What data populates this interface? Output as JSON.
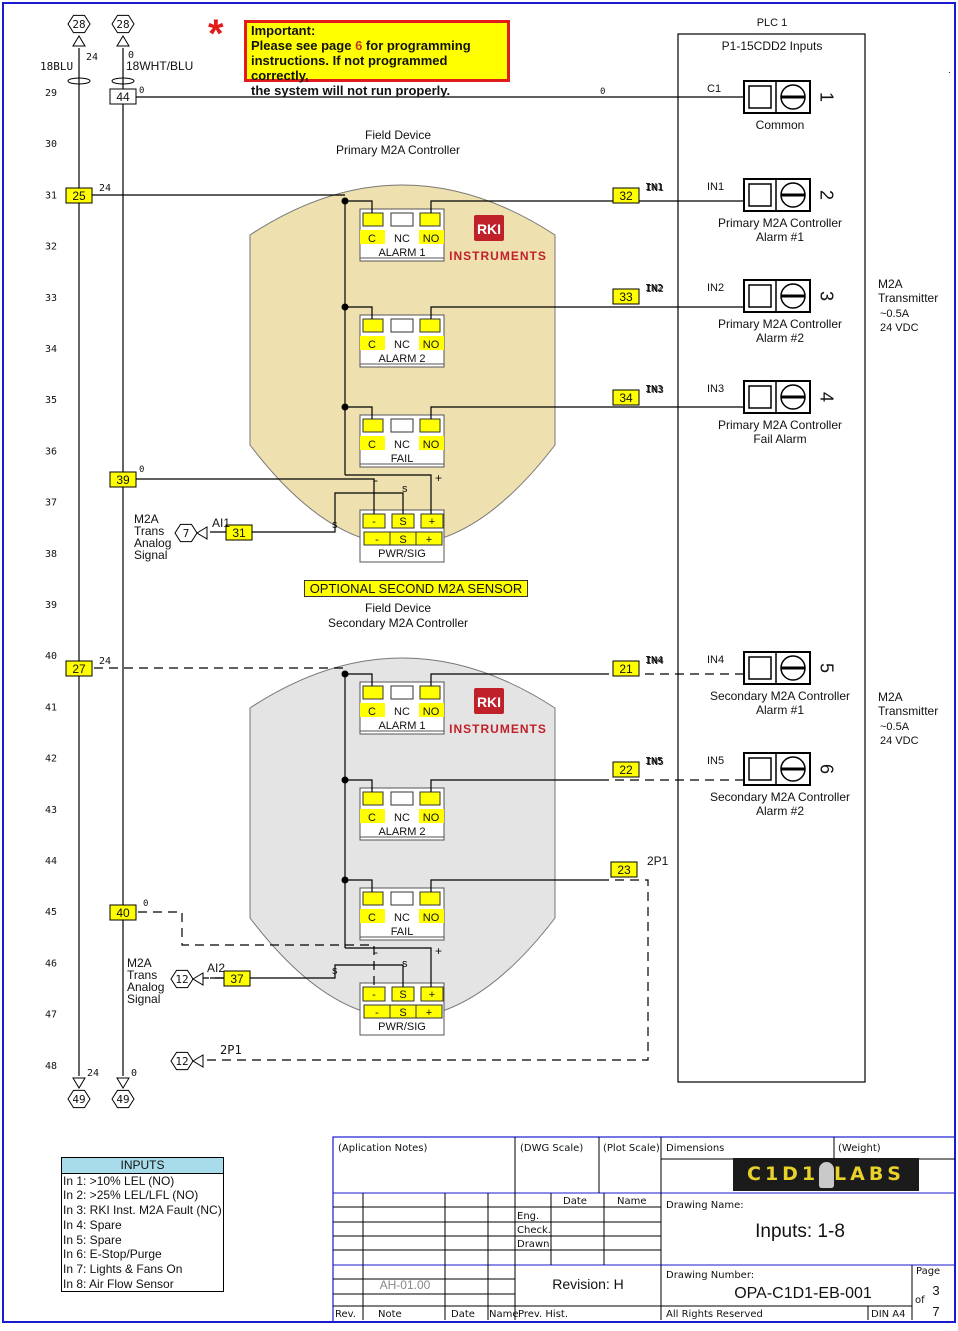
{
  "note": {
    "title": "Important:",
    "line1_pre": "Please see page ",
    "line1_page": "6",
    "line1_post": " for programming",
    "line2": "instructions. If not programmed correctly,",
    "line3": "the system will not run properly."
  },
  "plc": {
    "title": "PLC 1",
    "module": "P1-15CDD2  Inputs",
    "terminals": [
      {
        "num": "1",
        "wire": "C1",
        "label1": "Common",
        "label2": ""
      },
      {
        "num": "2",
        "wire": "IN1",
        "label1": "Primary M2A Controller",
        "label2": "Alarm #1"
      },
      {
        "num": "3",
        "wire": "IN2",
        "label1": "Primary M2A Controller",
        "label2": "Alarm #2"
      },
      {
        "num": "4",
        "wire": "IN3",
        "label1": "Primary M2A Controller",
        "label2": "Fail Alarm"
      },
      {
        "num": "5",
        "wire": "IN4",
        "label1": "Secondary M2A Controller",
        "label2": "Alarm #1"
      },
      {
        "num": "6",
        "wire": "IN5",
        "label1": "Secondary M2A Controller",
        "label2": "Alarm #2"
      }
    ],
    "transmitter_notes": [
      {
        "l1": "M2A",
        "l2": "Transmitter",
        "l3": "~0.5A",
        "l4": "24 VDC"
      },
      {
        "l1": "M2A",
        "l2": "Transmitter",
        "l3": "~0.5A",
        "l4": "24 VDC"
      }
    ]
  },
  "rails": {
    "left": {
      "top_ref": "28",
      "bottom_ref": "49",
      "voltage": "24",
      "wire": "18BLU"
    },
    "right": {
      "top_ref": "28",
      "bottom_ref": "49",
      "voltage": "0",
      "wire": "18WHT/BLU"
    }
  },
  "line_numbers": [
    "29",
    "30",
    "31",
    "32",
    "33",
    "34",
    "35",
    "36",
    "37",
    "38",
    "39",
    "40",
    "41",
    "42",
    "43",
    "44",
    "45",
    "46",
    "47",
    "48"
  ],
  "terminal_blocks": {
    "t44": "44",
    "t25": "25",
    "t39": "39",
    "t31": "31",
    "t27": "27",
    "t40": "40",
    "t37": "37",
    "t32": "32",
    "t33": "33",
    "t34": "34",
    "t21": "21",
    "t22": "22",
    "t23": "23"
  },
  "wire_labels": {
    "zero": "0",
    "v24": "24",
    "in1": "IN1",
    "in2": "IN2",
    "in3": "IN3",
    "in4": "IN4",
    "in5": "IN5",
    "p2p1": "2P1",
    "ai1": "AI1",
    "ai2": "AI2",
    "s": "s",
    "minus": "-",
    "plus": "+"
  },
  "devices": {
    "primary": {
      "title": "Field Device",
      "subtitle": "Primary M2A Controller",
      "fill": "#efe0b0"
    },
    "secondary": {
      "title": "Field Device",
      "subtitle": "Secondary M2A Controller",
      "fill": "#e4e4e4"
    },
    "relays": [
      "ALARM 1",
      "ALARM 2",
      "FAIL"
    ],
    "contacts": [
      "C",
      "NC",
      "NO"
    ],
    "pwr_sig": {
      "label": "PWR/SIG",
      "pins": [
        "-",
        "S",
        "+"
      ]
    },
    "brand_top": "RKI",
    "brand_bottom": "INSTRUMENTS",
    "brand_color": "#c0202a"
  },
  "offpage": {
    "analog1": {
      "ref": "7",
      "l1": "M2A",
      "l2": "Trans",
      "l3": "Analog",
      "l4": "Signal"
    },
    "analog2": {
      "ref": "12",
      "l1": "M2A",
      "l2": "Trans",
      "l3": "Analog",
      "l4": "Signal"
    },
    "p2p1": {
      "ref": "12"
    }
  },
  "optional_banner": "OPTIONAL SECOND M2A SENSOR",
  "inputs_legend": {
    "title": "INPUTS",
    "rows": [
      "In 1:  >10% LEL (NO)",
      "In 2:  >25% LEL/LFL (NO)",
      "In 3: RKI Inst. M2A Fault (NC)",
      "In 4: Spare",
      "In 5: Spare",
      "In 6: E-Stop/Purge",
      "In 7: Lights & Fans On",
      "In 8: Air Flow Sensor"
    ]
  },
  "title_block": {
    "app_notes": "(Aplication Notes)",
    "dwg_scale": "(DWG Scale)",
    "plot_scale": "(Plot Scale)",
    "dimensions": "Dimensions",
    "weight": "(Weight)",
    "logo_left": "C1D1",
    "logo_right": "LABS",
    "date_hdr": "Date",
    "name_hdr": "Name",
    "eng": "Eng.",
    "check": "Check.",
    "drawn": "Drawn.",
    "drawing_name_label": "Drawing Name:",
    "drawing_name": "Inputs: 1-8",
    "rev_note": "AH-01.00",
    "revision": "Revision: H",
    "drawing_number_label": "Drawing Number:",
    "drawing_number": "OPA-C1D1-EB-001",
    "page_label": "Page",
    "of_label": "of",
    "page": "3",
    "pages": "7",
    "rights": "All Rights Reserved",
    "paper": "DIN A4",
    "col_rev": "Rev.",
    "col_note": "Note",
    "col_date": "Date",
    "col_name": "Name",
    "col_prev": "Prev. Hist."
  },
  "colors": {
    "frame": "#1a1ad0",
    "terminal_yellow": "#ffff00",
    "wire": "#000000"
  }
}
